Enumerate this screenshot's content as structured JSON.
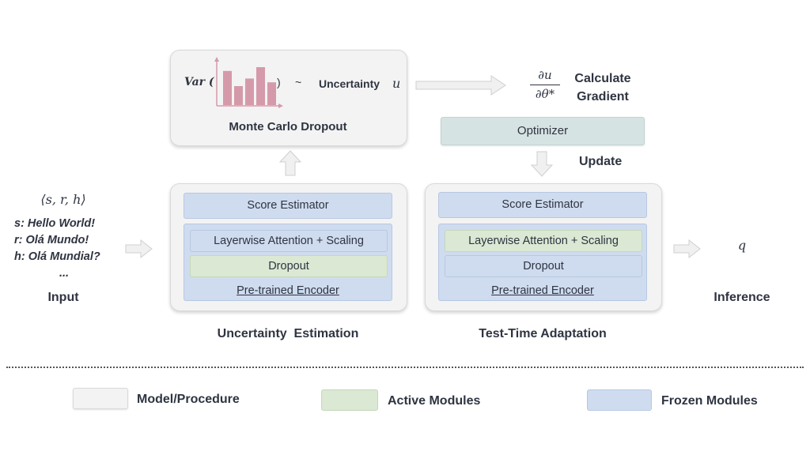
{
  "input": {
    "tuple": "⟨s, r, h⟩",
    "lines": [
      "s: Hello World!",
      "r: Olá Mundo!",
      "h: Olá Mundial?",
      "..."
    ],
    "label": "Input"
  },
  "mc_dropout": {
    "var_label": "Var (",
    "close_paren": ")",
    "tilde": "~",
    "uncertainty_label": "Uncertainty",
    "uncertainty_symbol": "u",
    "title": "Monte Carlo Dropout",
    "hist_values": [
      0.9,
      0.5,
      0.7,
      1.0,
      0.6
    ]
  },
  "gradient": {
    "numerator": "∂u",
    "denominator": "∂θ*",
    "label_line1": "Calculate",
    "label_line2": "Gradient"
  },
  "optimizer": {
    "label": "Optimizer"
  },
  "update": {
    "label": "Update"
  },
  "uncertainty_estimation": {
    "score_estimator": "Score Estimator",
    "layerwise": "Layerwise Attention + Scaling",
    "dropout": "Dropout",
    "encoder": "Pre-trained Encoder",
    "caption": "Uncertainty  Estimation"
  },
  "test_time_adaptation": {
    "score_estimator": "Score Estimator",
    "layerwise": "Layerwise Attention + Scaling",
    "dropout": "Dropout",
    "encoder": "Pre-trained Encoder",
    "caption": "Test-Time Adaptation"
  },
  "inference": {
    "symbol": "q",
    "label": "Inference"
  },
  "legend": {
    "items": [
      {
        "label": "Model/Procedure",
        "color": "#f3f3f3"
      },
      {
        "label": "Active Modules",
        "color": "#dbe8d3"
      },
      {
        "label": "Frozen Modules",
        "color": "#cfdcef"
      }
    ]
  },
  "colors": {
    "gray": "#f3f3f3",
    "green": "#dbe8d3",
    "blue": "#cfdcef",
    "histogram": "#d59aaa",
    "optimizer": "#d5e3e3",
    "arrow": "#f0f0f0"
  }
}
